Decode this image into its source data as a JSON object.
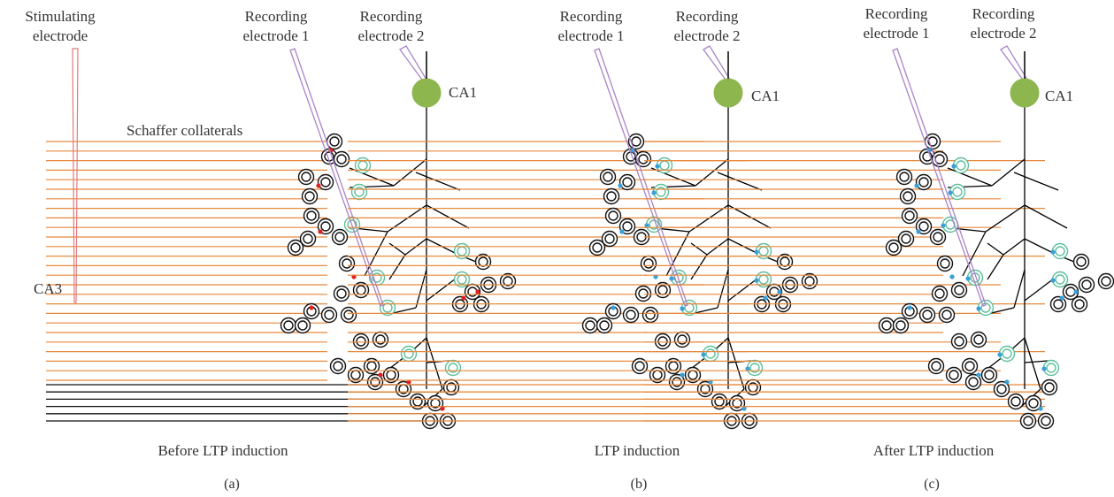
{
  "colors": {
    "axon_orange": "#e8893c",
    "axon_black": "#111111",
    "stim_electrode": "#e07b7b",
    "rec_electrode": "#a984c6",
    "soma": "#8db64e",
    "bouton_black": "#111111",
    "bouton_green": "#5fbf9c",
    "synapse_red": "#e02020",
    "synapse_blue": "#3aa0d8",
    "text": "#333333"
  },
  "panels": [
    {
      "caption": "(a)",
      "state_label": "Before LTP induction",
      "stim_label_line1": "Stimulating",
      "stim_label_line2": "electrode",
      "rec1_label_line1": "Recording",
      "rec1_label_line2": "electrode 1",
      "rec2_label_line1": "Recording",
      "rec2_label_line2": "electrode 2",
      "soma_label": "CA1",
      "axon_label": "Schaffer collaterals",
      "region_label": "CA3",
      "synapse_color_key": "synapse_red"
    },
    {
      "caption": "(b)",
      "state_label": "LTP induction",
      "rec1_label_line1": "Recording",
      "rec1_label_line2": "electrode 1",
      "rec2_label_line1": "Recording",
      "rec2_label_line2": "electrode 2",
      "soma_label": "CA1",
      "synapse_color_key": "synapse_blue"
    },
    {
      "caption": "(c)",
      "state_label": "After LTP induction",
      "rec1_label_line1": "Recording",
      "rec1_label_line2": "electrode 1",
      "rec2_label_line1": "Recording",
      "rec2_label_line2": "electrode 2",
      "soma_label": "CA1",
      "synapse_color_key": "synapse_blue"
    }
  ]
}
